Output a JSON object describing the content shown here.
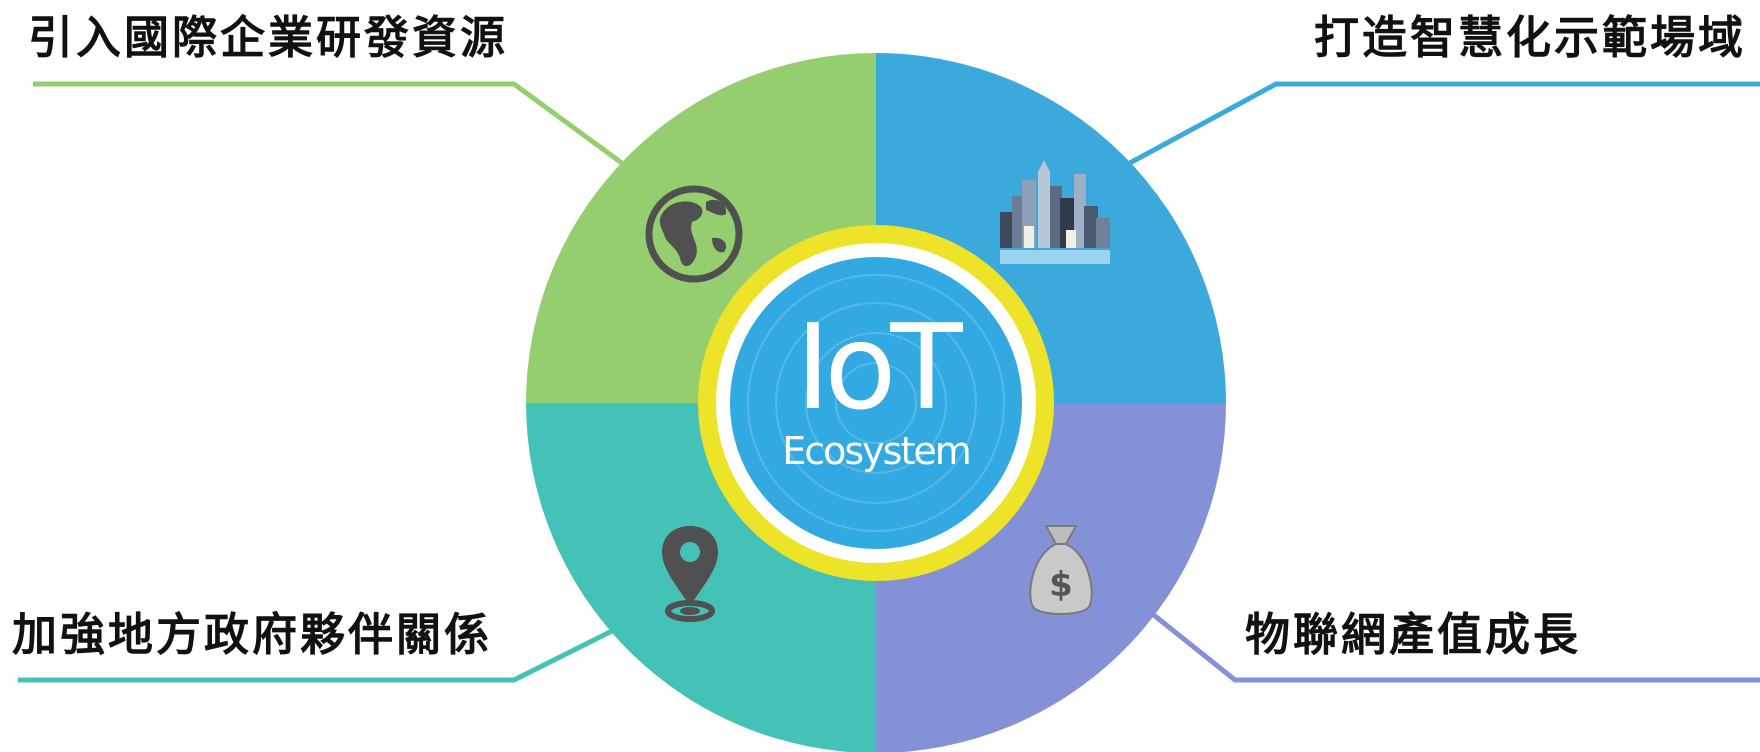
{
  "center": {
    "title": "IoT",
    "subtitle": "Ecosystem"
  },
  "quadrants": [
    {
      "id": "top-left",
      "label": "引入國際企業研發資源",
      "icon": "globe-icon",
      "color": "#95ce6f"
    },
    {
      "id": "top-right",
      "label": "打造智慧化示範場域",
      "icon": "city-buildings-icon",
      "color": "#3ca9dd"
    },
    {
      "id": "bottom-left",
      "label": "加強地方政府夥伴關係",
      "icon": "map-pin-icon",
      "color": "#44c2b8"
    },
    {
      "id": "bottom-right",
      "label": "物聯網產值成長",
      "icon": "money-bag-icon",
      "color": "#8491d6"
    }
  ],
  "colors": {
    "ring": "#ede328",
    "hub": "#32a9e1",
    "icon": "#505050"
  }
}
